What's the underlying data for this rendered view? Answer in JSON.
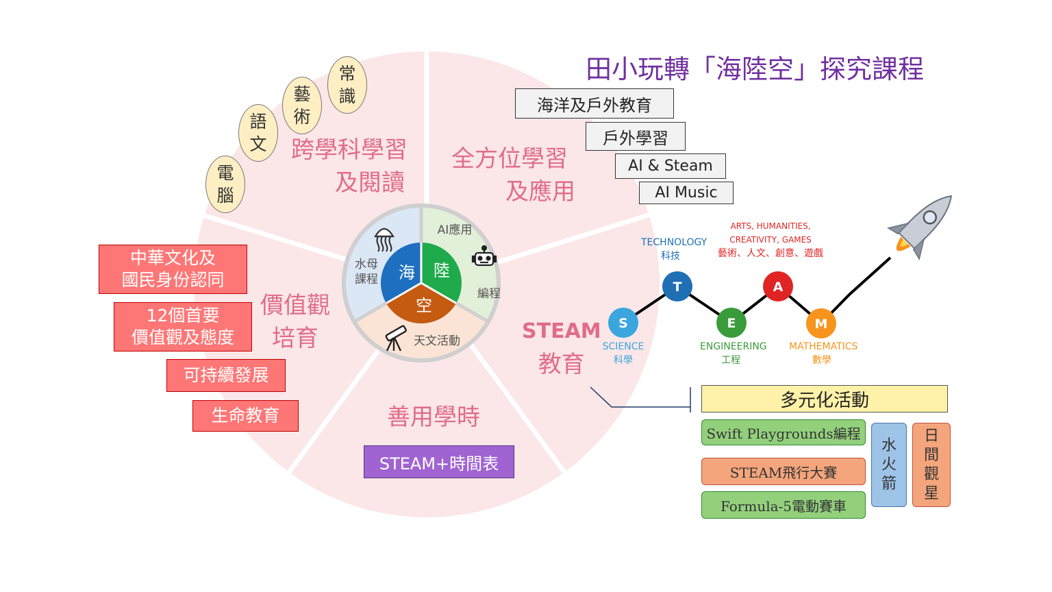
{
  "title": "田小玩轉「海陸空」探究課程",
  "segments": {
    "cross_subject": {
      "line1": "跨學科學習",
      "line2": "及閱讀"
    },
    "all_round": {
      "line1": "全方位學習",
      "line2": "及應用"
    },
    "values": {
      "line1": "價值觀",
      "line2": "培育"
    },
    "steam": {
      "line1": "STEAM",
      "line2": "教育"
    },
    "time": {
      "label": "善用學時"
    }
  },
  "subjects": [
    {
      "c1": "電",
      "c2": "腦"
    },
    {
      "c1": "語",
      "c2": "文"
    },
    {
      "c1": "藝",
      "c2": "術"
    },
    {
      "c1": "常",
      "c2": "識"
    }
  ],
  "all_round_items": [
    "海洋及戶外教育",
    "戶外學習",
    "AI & Steam",
    "AI Music"
  ],
  "values_items": [
    {
      "line1": "中華文化及",
      "line2": "國民身份認同"
    },
    {
      "line1": "12個首要",
      "line2": "價值觀及態度"
    },
    {
      "line1": "可持續發展",
      "line2": ""
    },
    {
      "line1": "生命教育",
      "line2": ""
    }
  ],
  "timetable": "STEAM+時間表",
  "hub": {
    "sea": "海",
    "land": "陸",
    "air": "空",
    "jellyfish": {
      "line1": "水母",
      "line2": "課程"
    },
    "ai": "AI應用",
    "coding": "編程",
    "astro": "天文活動"
  },
  "steam_letters": [
    {
      "letter": "S",
      "en": "SCIENCE",
      "zh": "科學",
      "color": "#3aa6dd"
    },
    {
      "letter": "T",
      "en": "TECHNOLOGY",
      "zh": "科技",
      "color": "#1f6fb5"
    },
    {
      "letter": "E",
      "en": "ENGINEERING",
      "zh": "工程",
      "color": "#3a9b3a"
    },
    {
      "letter": "A",
      "en": "ARTS, HUMANITIES, CREATIVITY, GAMES",
      "zh": "藝術、人文、創意、遊戲",
      "color": "#e02424"
    },
    {
      "letter": "M",
      "en": "MATHEMATICS",
      "zh": "數學",
      "color": "#f7941d"
    }
  ],
  "activities": {
    "header": "多元化活動",
    "items": [
      "Swift Playgrounds編程",
      "STEAM飛行大賽",
      "Formula-5電動賽車"
    ],
    "rocket": [
      "水",
      "火",
      "箭"
    ],
    "stargaze": [
      "日",
      "間",
      "觀",
      "星"
    ]
  },
  "colors": {
    "title": "#7030a0",
    "segment_bg": "#fbe4e6",
    "segment_text": "#e06c8a",
    "sea": "#1f6fc0",
    "land": "#1faa4c",
    "air": "#c55a11"
  }
}
